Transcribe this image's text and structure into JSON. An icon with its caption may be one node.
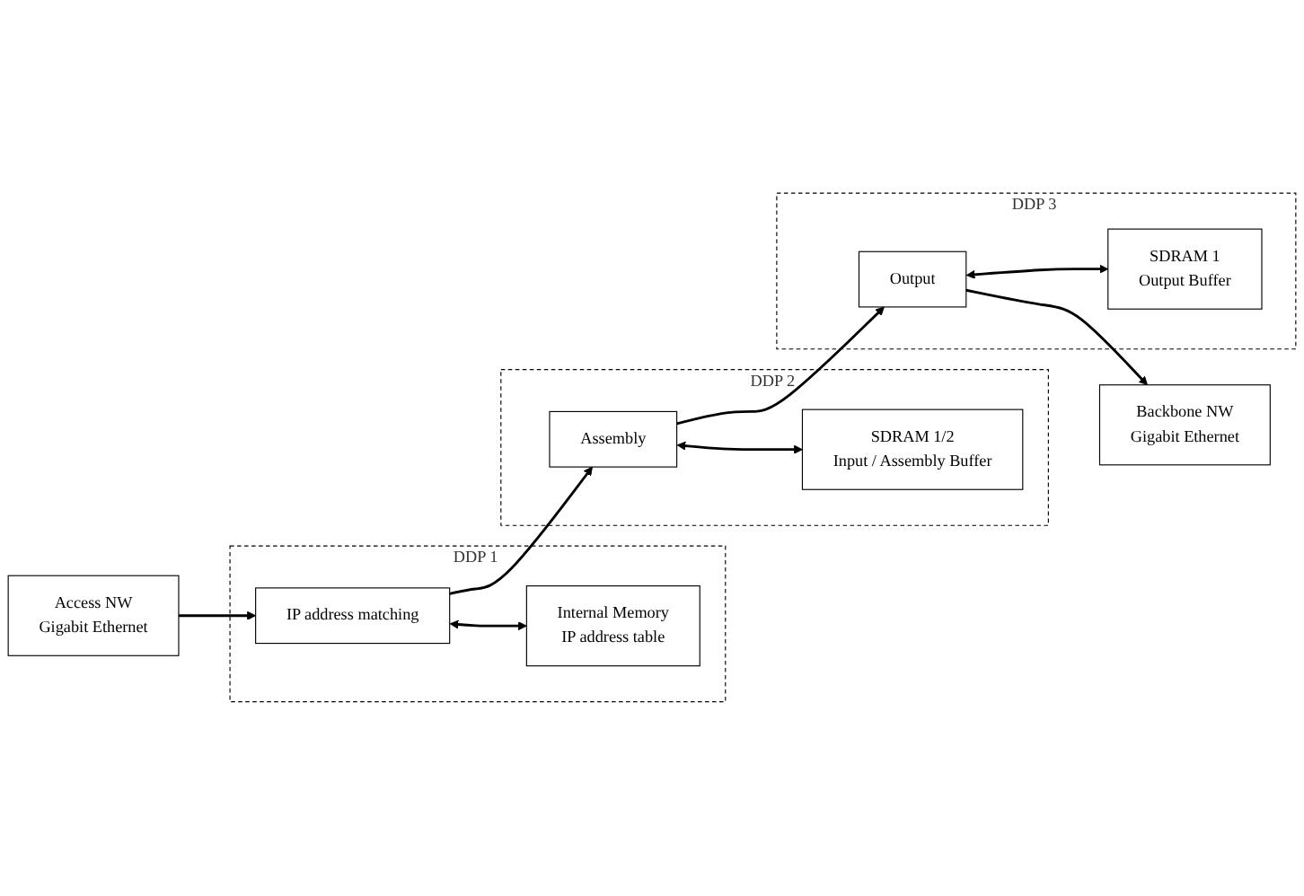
{
  "diagram": {
    "nodes": [
      {
        "text": [
          "Access NW",
          "Gigabit Ethernet"
        ]
      },
      {
        "text": [
          "DDP 1"
        ]
      },
      {
        "text": [
          "IP address matching"
        ],
        "in": 1
      },
      {
        "text": [
          "Internal Memory",
          "IP address table"
        ],
        "in": 1
      },
      {
        "text": [
          "DDP 2"
        ]
      },
      {
        "text": [
          "Assembly"
        ],
        "in": 4
      },
      {
        "text": [
          "SDRAM 1/2",
          "Input / Assembly Buffer"
        ],
        "in": 4
      },
      {
        "text": [
          "DDP 3"
        ]
      },
      {
        "text": [
          "Backbone NW",
          "Gigabit Ethernet"
        ]
      },
      {
        "text": [
          "Output"
        ],
        "in": 7
      },
      {
        "text": [
          "SDRAM 1",
          "Output Buffer"
        ],
        "in": 7
      }
    ],
    "edges": [
      {
        "from": 0,
        "to": 2,
        "arrow": "to"
      },
      {
        "from": 2,
        "to": 3,
        "arrow": "both"
      },
      {
        "from": 2,
        "to": 5,
        "arrow": "to"
      },
      {
        "from": 5,
        "to": 6,
        "arrow": "both"
      },
      {
        "from": 5,
        "to": 9,
        "arrow": "to"
      },
      {
        "from": 9,
        "to": 8,
        "arrow": "to"
      },
      {
        "from": 9,
        "to": 10,
        "arrow": "both"
      }
    ]
  }
}
